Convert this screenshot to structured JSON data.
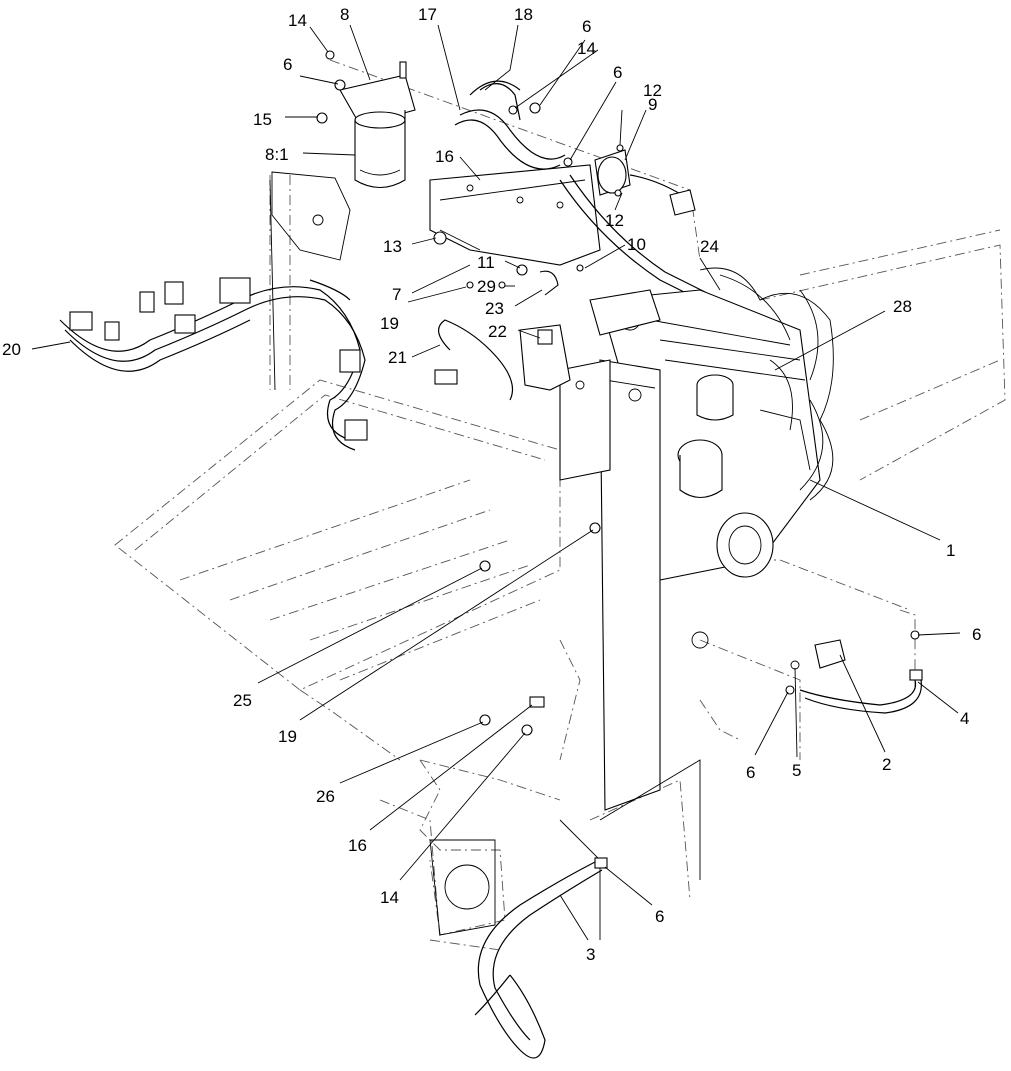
{
  "diagram": {
    "callouts": [
      {
        "id": "c14a",
        "label": "14"
      },
      {
        "id": "c8",
        "label": "8"
      },
      {
        "id": "c17",
        "label": "17"
      },
      {
        "id": "c18",
        "label": "18"
      },
      {
        "id": "c6a",
        "label": "6"
      },
      {
        "id": "c14b",
        "label": "14"
      },
      {
        "id": "c6b",
        "label": "6"
      },
      {
        "id": "c6c",
        "label": "6"
      },
      {
        "id": "c15",
        "label": "15"
      },
      {
        "id": "c12a",
        "label": "12"
      },
      {
        "id": "c9",
        "label": "9"
      },
      {
        "id": "c81",
        "label": "8:1"
      },
      {
        "id": "c16a",
        "label": "16"
      },
      {
        "id": "c12b",
        "label": "12"
      },
      {
        "id": "c13",
        "label": "13"
      },
      {
        "id": "c10",
        "label": "10"
      },
      {
        "id": "c24",
        "label": "24"
      },
      {
        "id": "c11",
        "label": "11"
      },
      {
        "id": "c29",
        "label": "29"
      },
      {
        "id": "c7",
        "label": "7"
      },
      {
        "id": "c28",
        "label": "28"
      },
      {
        "id": "c23",
        "label": "23"
      },
      {
        "id": "c19a",
        "label": "19"
      },
      {
        "id": "c22",
        "label": "22"
      },
      {
        "id": "c20",
        "label": "20"
      },
      {
        "id": "c21",
        "label": "21"
      },
      {
        "id": "c1",
        "label": "1"
      },
      {
        "id": "c6d",
        "label": "6"
      },
      {
        "id": "c4",
        "label": "4"
      },
      {
        "id": "c25",
        "label": "25"
      },
      {
        "id": "c19b",
        "label": "19"
      },
      {
        "id": "c6e",
        "label": "6"
      },
      {
        "id": "c5",
        "label": "5"
      },
      {
        "id": "c2",
        "label": "2"
      },
      {
        "id": "c26",
        "label": "26"
      },
      {
        "id": "c16b",
        "label": "16"
      },
      {
        "id": "c14c",
        "label": "14"
      },
      {
        "id": "c6f",
        "label": "6"
      },
      {
        "id": "c3",
        "label": "3"
      }
    ]
  }
}
